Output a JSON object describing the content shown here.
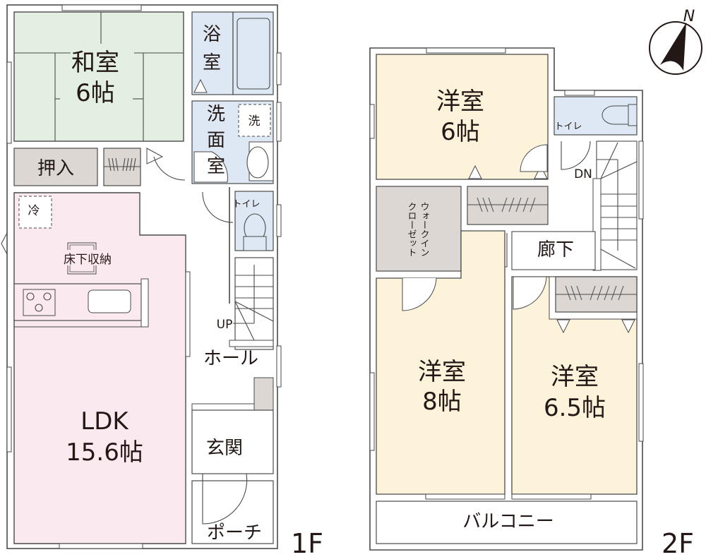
{
  "colors": {
    "wall": "#4a4a4a",
    "washitsu": "#e3efe1",
    "wet_area": "#dde8f4",
    "ldk": "#fbe9f0",
    "youshitsu": "#fdf3da",
    "storage": "#dcd7d3",
    "text": "#231815"
  },
  "floor1": {
    "label": "1F",
    "rooms": {
      "washitsu": {
        "name": "和室",
        "size": "6帖"
      },
      "oshiire": {
        "name": "押入"
      },
      "bath": {
        "name_l1": "浴",
        "name_l2": "室"
      },
      "washroom": {
        "name_l1": "洗",
        "name_l2": "面",
        "name_l3": "室"
      },
      "washer": {
        "name": "洗"
      },
      "toilet": {
        "name": "トイレ"
      },
      "fridge": {
        "name": "冷"
      },
      "underfloor": {
        "name": "床下収納"
      },
      "ldk": {
        "name": "LDK",
        "size": "15.6帖"
      },
      "stairs": {
        "direction": "UP"
      },
      "hall": {
        "name": "ホール"
      },
      "entrance": {
        "name": "玄関"
      },
      "porch": {
        "name": "ポーチ"
      }
    }
  },
  "floor2": {
    "label": "2F",
    "rooms": {
      "youshitsu_a": {
        "name": "洋室",
        "size": "6帖"
      },
      "toilet": {
        "name": "トイレ"
      },
      "stairs": {
        "direction": "DN"
      },
      "walkin_closet": {
        "name_l1": "ウォークイン",
        "name_l2": "クローゼット"
      },
      "corridor": {
        "name": "廊下"
      },
      "youshitsu_b": {
        "name": "洋室",
        "size": "8帖"
      },
      "youshitsu_c": {
        "name": "洋室",
        "size": "6.5帖"
      },
      "balcony": {
        "name": "バルコニー"
      }
    }
  },
  "compass": {
    "north_label": "N"
  }
}
